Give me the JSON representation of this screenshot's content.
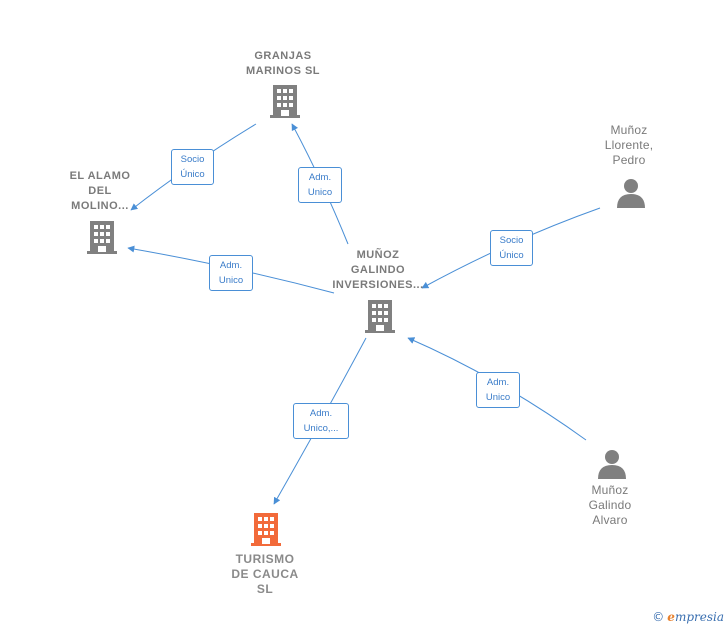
{
  "nodes": {
    "granjas": {
      "lines": [
        "GRANJAS",
        "MARINOS  SL"
      ]
    },
    "alamo": {
      "lines": [
        "EL ALAMO",
        "DEL",
        "MOLINO..."
      ]
    },
    "munoz_inv": {
      "lines": [
        "MUÑOZ",
        "GALINDO",
        "INVERSIONES..."
      ]
    },
    "pedro": {
      "lines": [
        "Muñoz",
        "Llorente,",
        "Pedro"
      ]
    },
    "alvaro": {
      "lines": [
        "Muñoz",
        "Galindo",
        "Alvaro"
      ]
    },
    "turismo": {
      "lines": [
        "TURISMO",
        "DE CAUCA",
        "SL"
      ]
    }
  },
  "edges": {
    "granjas_alamo": [
      "Socio",
      "Único"
    ],
    "inv_granjas": [
      "Adm.",
      "Unico"
    ],
    "inv_alamo": [
      "Adm.",
      "Unico"
    ],
    "pedro_inv": [
      "Socio",
      "Único"
    ],
    "alvaro_inv": [
      "Adm.",
      "Unico"
    ],
    "inv_turismo": [
      "Adm.",
      "Unico,..."
    ]
  },
  "brand": {
    "copyright": "©",
    "initial": "e",
    "name": "mpresia"
  },
  "colors": {
    "edge": "#4a8fd6",
    "node": "#808080",
    "focus": "#f26a3a"
  },
  "icons": {
    "company": "building-icon",
    "person": "person-icon"
  }
}
